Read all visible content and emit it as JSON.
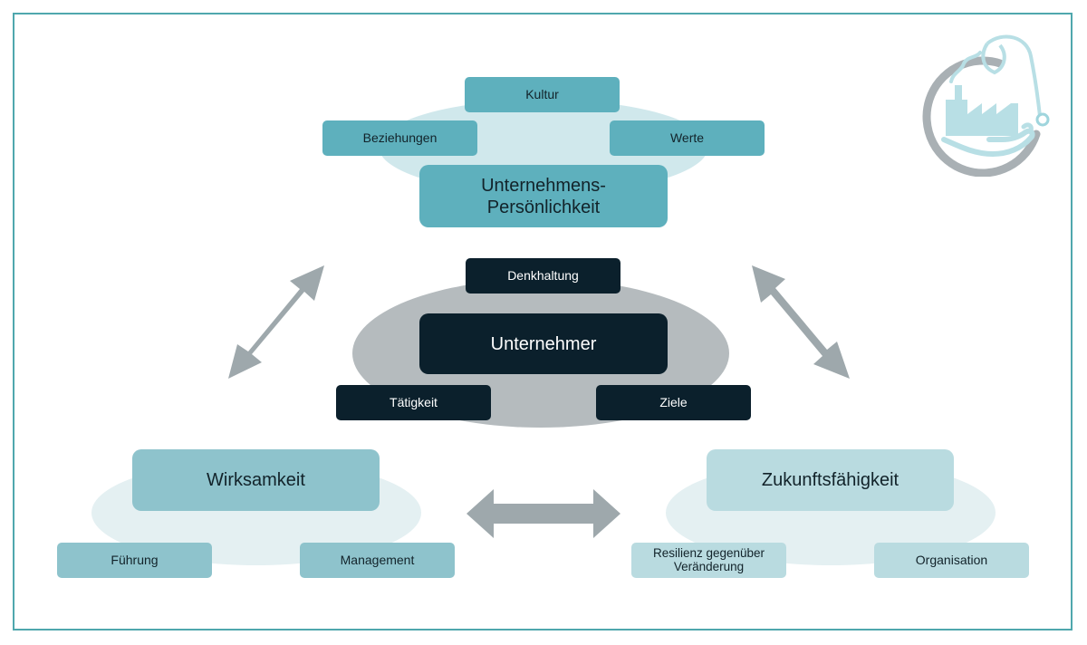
{
  "colors": {
    "frame": "#4fa7ad",
    "teal_box": "#5eb0bd",
    "teal_ellipse": "#d0e8ec",
    "dark_box": "#0b202c",
    "dark_ellipse": "#b5bbbe",
    "mid_box": "#8ec3cc",
    "light_box": "#b9dbe0",
    "bottom_ellipse": "#e4f0f2",
    "arrow": "#9ea8ac"
  },
  "top_cluster": {
    "title": "Unternehmens-Persönlichkeit",
    "title_line1": "Unternehmens-",
    "title_line2": "Persönlichkeit",
    "items": [
      "Kultur",
      "Beziehungen",
      "Werte"
    ]
  },
  "center_cluster": {
    "title": "Unternehmer",
    "items": [
      "Denkhaltung",
      "Tätigkeit",
      "Ziele"
    ]
  },
  "left_cluster": {
    "title": "Wirksamkeit",
    "items": [
      "Führung",
      "Management"
    ]
  },
  "right_cluster": {
    "title": "Zukunftsfähigkeit",
    "items": [
      "Resilienz gegenüber Veränderung",
      "Organisation"
    ],
    "resilience_line1": "Resilienz gegenüber",
    "resilience_line2": "Veränderung"
  },
  "arrows": [
    {
      "name": "arrow-left-diagonal",
      "meaning": "double-headed"
    },
    {
      "name": "arrow-right-diagonal",
      "meaning": "double-headed"
    },
    {
      "name": "arrow-bottom-horizontal",
      "meaning": "double-headed"
    }
  ],
  "logo_icon": "factory-in-hand-with-stethoscope-icon"
}
